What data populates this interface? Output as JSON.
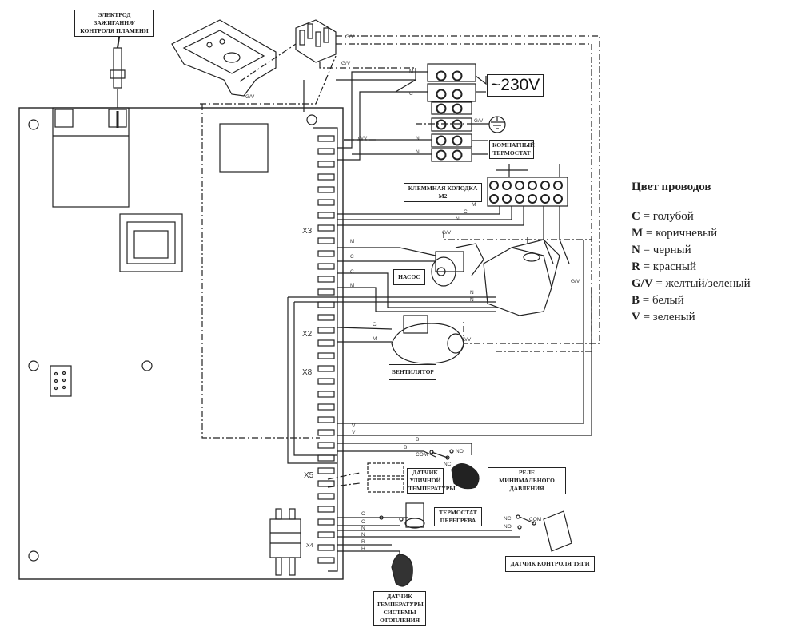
{
  "labels": {
    "electrode": [
      "ЭЛЕКТРОД ЗАЖИГАНИЯ/",
      "КОНТРОЛЯ ПЛАМЕНИ"
    ],
    "voltage": "~230V",
    "room_thermostat": [
      "КОМНАТНЫЙ",
      "ТЕРМОСТАТ"
    ],
    "terminal_block": [
      "КЛЕММНАЯ КОЛОДКА",
      "M2"
    ],
    "pump": "НАСОС",
    "fan": "ВЕНТИЛЯТОР",
    "outdoor_sensor": [
      "ДАТЧИК",
      "УЛИЧНОЙ",
      "ТЕМПЕРАТУРЫ"
    ],
    "min_pressure_relay": [
      "РЕЛЕ МИНИМАЛЬНОГО",
      "ДАВЛЕНИЯ"
    ],
    "overheat_thermostat": [
      "ТЕРМОСТАТ",
      "ПЕРЕГРЕВА"
    ],
    "draft_sensor": "ДАТЧИК КОНТРОЛЯ ТЯГИ",
    "heating_sensor": [
      "ДАТЧИК",
      "ТЕМПЕРАТУРЫ",
      "СИСТЕМЫ",
      "ОТОПЛЕНИЯ"
    ]
  },
  "connectors": {
    "x3": "X3",
    "x2": "X2",
    "x8": "X8",
    "x5": "X5",
    "x4": "X4"
  },
  "wire_labels": {
    "gv": "G/V",
    "m": "M",
    "c": "C",
    "n": "N",
    "v": "V",
    "b": "B",
    "r": "R",
    "h": "H",
    "com": "COM",
    "nc": "NC",
    "no": "NO"
  },
  "legend": {
    "title": "Цвет проводов",
    "items": [
      {
        "code": "C",
        "text": " = голубой"
      },
      {
        "code": "M",
        "text": " = коричневый"
      },
      {
        "code": "N",
        "text": " = черный"
      },
      {
        "code": "R",
        "text": " = красный"
      },
      {
        "code": "G/V",
        "text": " = желтый/зеленый"
      },
      {
        "code": "B",
        "text": " = белый"
      },
      {
        "code": "V",
        "text": " = зеленый"
      }
    ]
  }
}
